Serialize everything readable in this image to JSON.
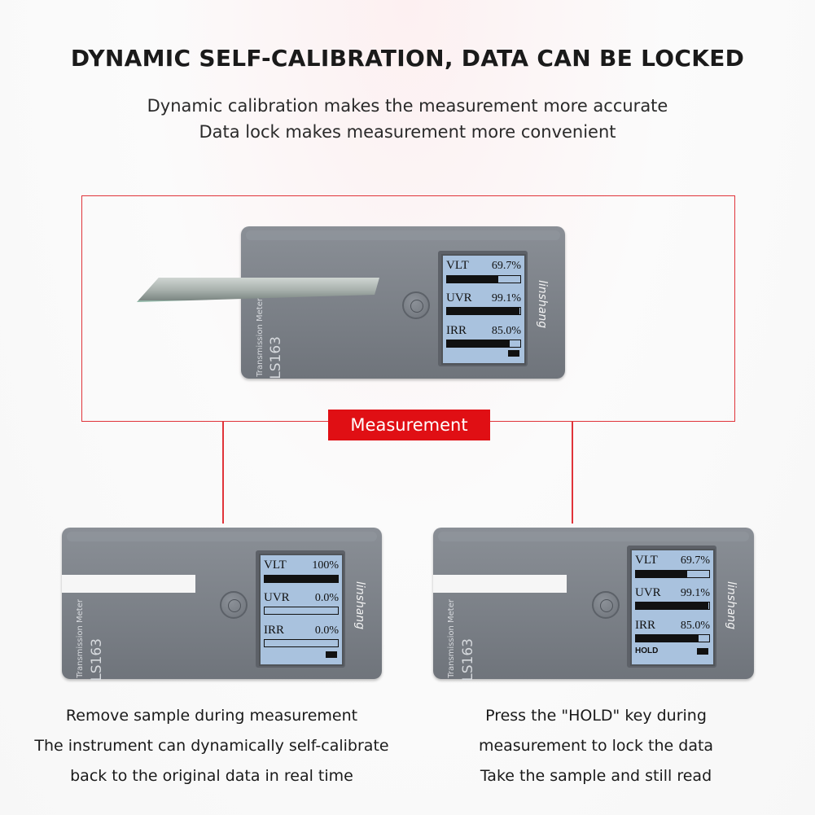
{
  "heading": "DYNAMIC SELF-CALIBRATION, DATA CAN BE LOCKED",
  "subtitle": {
    "line1": "Dynamic calibration makes the measurement more accurate",
    "line2": "Data lock makes measurement more convenient"
  },
  "badge": "Measurement",
  "device_labels": {
    "model": "LS163",
    "type": "Transmission Meter",
    "brand": "linshang"
  },
  "devices": {
    "top": {
      "rows": [
        {
          "label": "VLT",
          "value": "69.7%",
          "level": 0.697
        },
        {
          "label": "UVR",
          "value": "99.1%",
          "level": 0.991
        },
        {
          "label": "IRR",
          "value": "85.0%",
          "level": 0.85
        }
      ],
      "hold": ""
    },
    "left": {
      "rows": [
        {
          "label": "VLT",
          "value": "100%",
          "level": 1.0
        },
        {
          "label": "UVR",
          "value": "0.0%",
          "level": 0.0
        },
        {
          "label": "IRR",
          "value": "0.0%",
          "level": 0.0
        }
      ],
      "hold": ""
    },
    "right": {
      "rows": [
        {
          "label": "VLT",
          "value": "69.7%",
          "level": 0.697
        },
        {
          "label": "UVR",
          "value": "99.1%",
          "level": 0.991
        },
        {
          "label": "IRR",
          "value": "85.0%",
          "level": 0.85
        }
      ],
      "hold": "HOLD"
    }
  },
  "captions": {
    "left": [
      "Remove sample during measurement",
      "The instrument can dynamically self-calibrate",
      "back to the original data in real time"
    ],
    "right": [
      "Press the \"HOLD\" key during",
      "measurement to lock the data",
      "Take the sample and still read"
    ]
  },
  "colors": {
    "accent": "#e00f14",
    "frame": "#e0343a",
    "lcd": "#a9c2de",
    "device": "#7a7f86"
  }
}
